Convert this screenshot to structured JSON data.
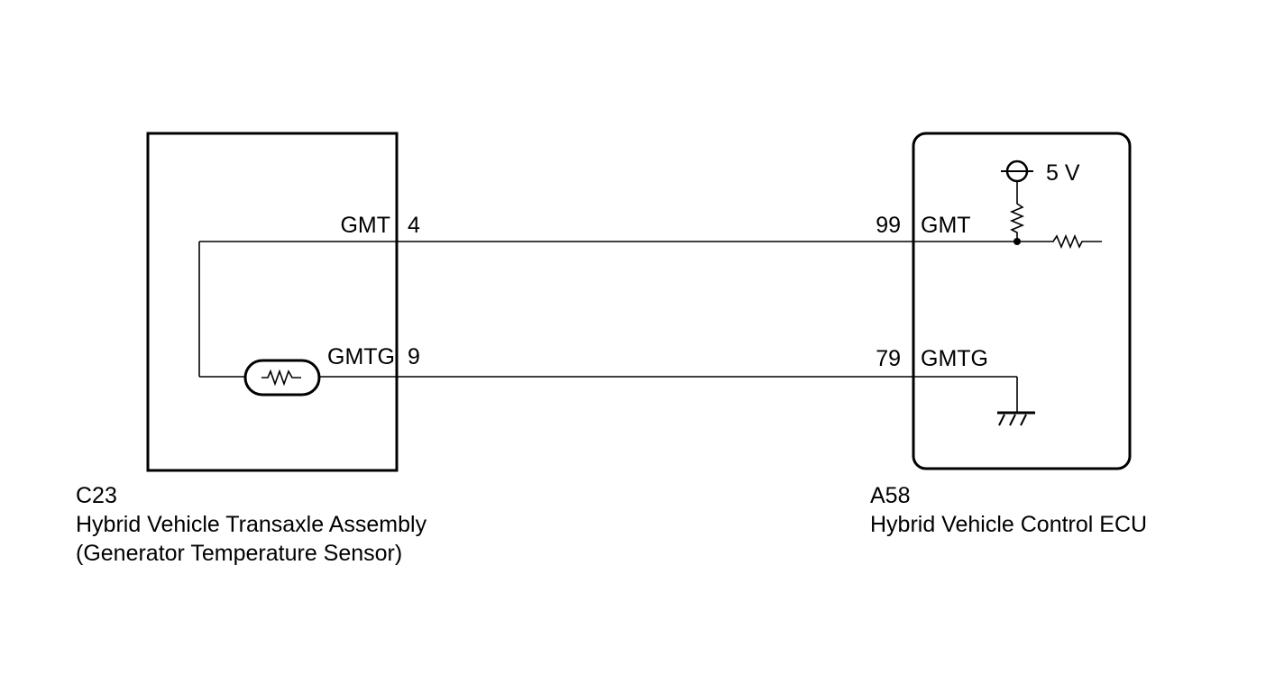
{
  "left_component": {
    "code": "C23",
    "name": "Hybrid Vehicle Transaxle Assembly",
    "detail": "(Generator Temperature Sensor)",
    "pins": [
      {
        "signal": "GMT",
        "number": "4"
      },
      {
        "signal": "GMTG",
        "number": "9"
      }
    ]
  },
  "right_component": {
    "code": "A58",
    "name": "Hybrid Vehicle Control ECU",
    "supply": "5 V",
    "pins": [
      {
        "signal": "GMT",
        "number": "99"
      },
      {
        "signal": "GMTG",
        "number": "79"
      }
    ]
  },
  "colors": {
    "line": "#000000",
    "background": "#ffffff"
  }
}
